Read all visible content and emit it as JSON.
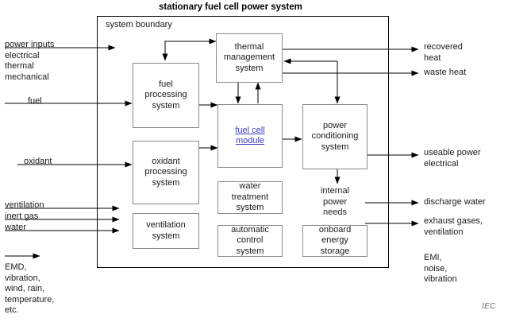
{
  "diagram": {
    "title": "stationary fuel cell power system",
    "boundary_label": "system boundary",
    "credit": "IEC",
    "link_color": "#3b3bc4",
    "boundary_color": "#000000",
    "box_border_color": "#8a8a8a"
  },
  "inputs": [
    {
      "name": "power-inputs",
      "label": "power inputs\nelectrical\nthermal\nmechanical"
    },
    {
      "name": "fuel",
      "label": "fuel"
    },
    {
      "name": "oxidant",
      "label": "oxidant"
    },
    {
      "name": "ventilation",
      "label": "ventilation"
    },
    {
      "name": "inert-gas",
      "label": "inert gas"
    },
    {
      "name": "water",
      "label": "water"
    },
    {
      "name": "environmental",
      "label": "EMD,\nvibration,\nwind, rain,\ntemperature,\netc."
    }
  ],
  "outputs": [
    {
      "name": "recovered-heat",
      "label": "recovered\nheat"
    },
    {
      "name": "waste-heat",
      "label": "waste heat"
    },
    {
      "name": "useable-power",
      "label": "useable power\nelectrical"
    },
    {
      "name": "discharge-water",
      "label": "discharge water"
    },
    {
      "name": "exhaust-gases",
      "label": "exhaust gases,\nventilation"
    },
    {
      "name": "emissions",
      "label": "EMI,\nnoise,\nvibration"
    }
  ],
  "blocks": [
    {
      "name": "fuel-processing-system",
      "label": "fuel\nprocessing\nsystem",
      "is_link": false
    },
    {
      "name": "oxidant-processing-system",
      "label": "oxidant\nprocessing\nsystem",
      "is_link": false
    },
    {
      "name": "ventilation-system",
      "label": "ventilation\nsystem",
      "is_link": false
    },
    {
      "name": "thermal-management-system",
      "label": "thermal\nmanagement\nsystem",
      "is_link": false
    },
    {
      "name": "fuel-cell-module",
      "label": "fuel cell\nmodule",
      "is_link": true
    },
    {
      "name": "water-treatment-system",
      "label": "water\ntreatment\nsystem",
      "is_link": false
    },
    {
      "name": "automatic-control-system",
      "label": "automatic\ncontrol\nsystem",
      "is_link": false
    },
    {
      "name": "power-conditioning-system",
      "label": "power\nconditioning\nsystem",
      "is_link": false
    },
    {
      "name": "onboard-energy-storage",
      "label": "onboard\nenergy\nstorage",
      "is_link": false
    }
  ],
  "annotations": [
    {
      "name": "internal-power-needs",
      "label": "internal\npower\nneeds"
    }
  ]
}
